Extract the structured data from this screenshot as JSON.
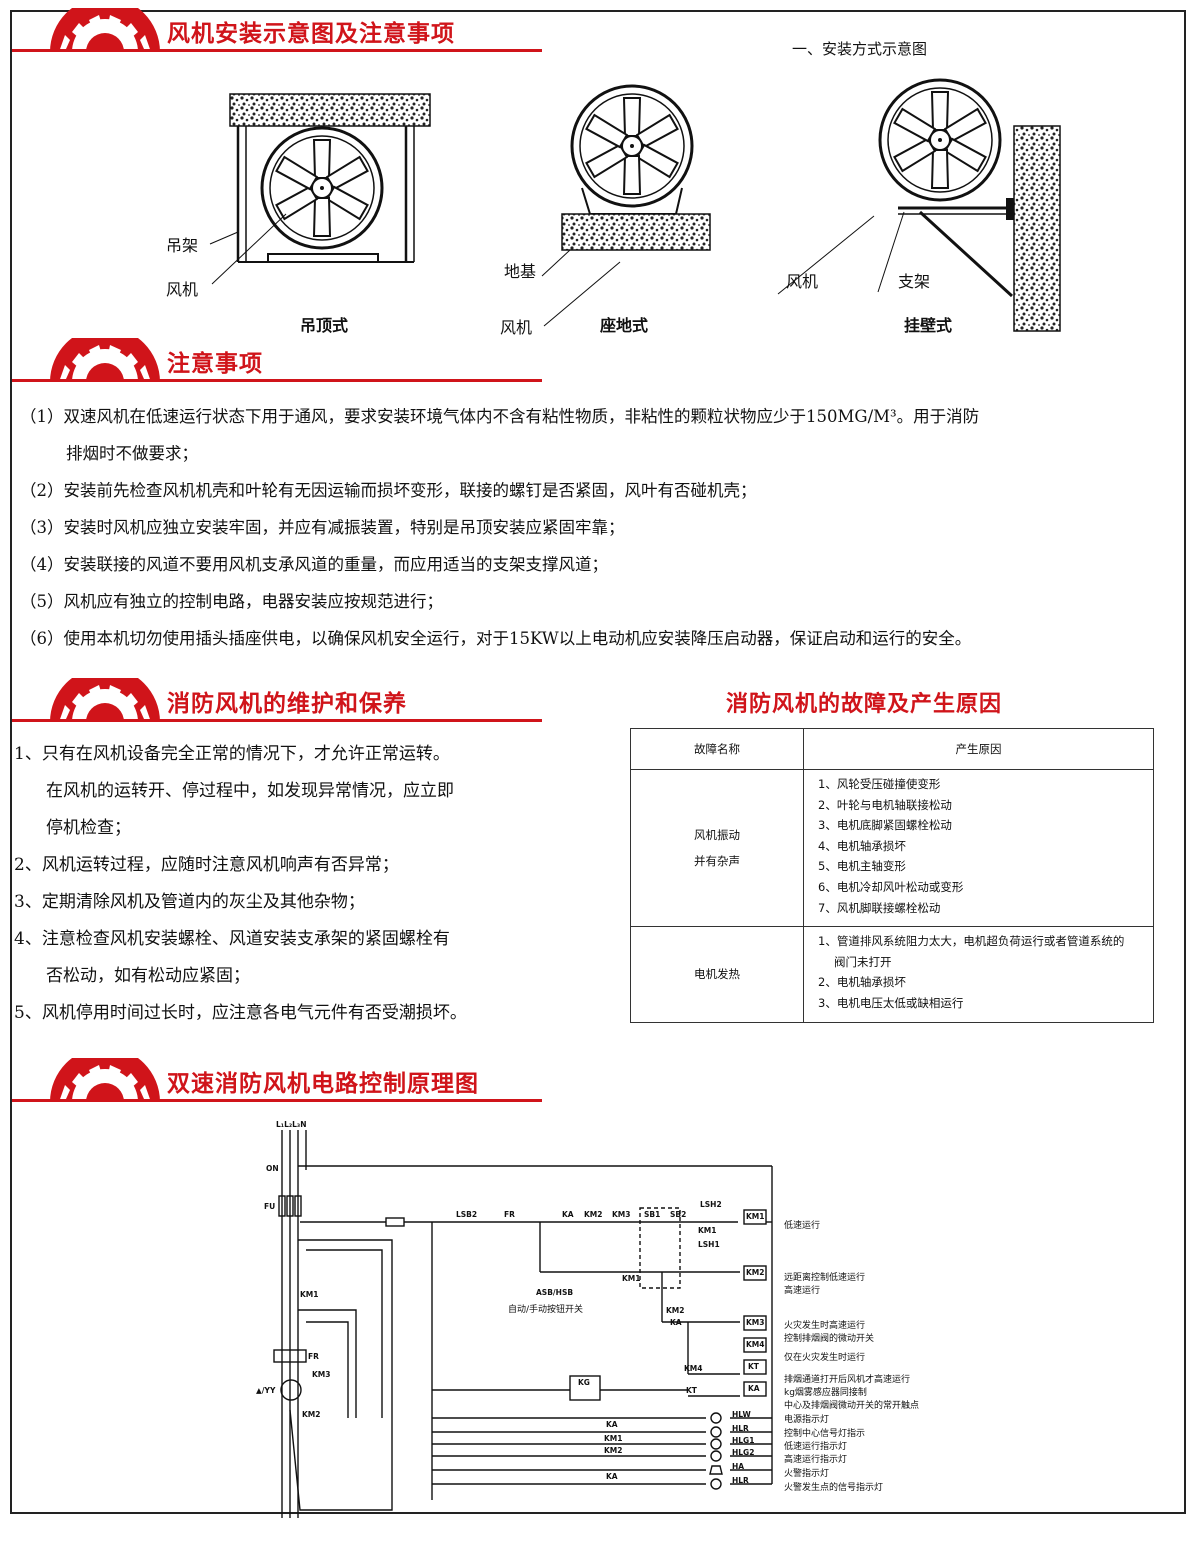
{
  "sections": {
    "install": "风机安装示意图及注意事项",
    "notes": "注意事项",
    "maintenance": "消防风机的维护和保养",
    "circuit": "双速消防风机电路控制原理图"
  },
  "install_diagram": {
    "subtitle": "一、安装方式示意图",
    "ceiling": {
      "caption": "吊顶式",
      "label_hanger": "吊架",
      "label_fan": "风机"
    },
    "floor": {
      "caption": "座地式",
      "label_base": "地基",
      "label_fan": "风机"
    },
    "wall": {
      "caption": "挂壁式",
      "label_fan": "风机",
      "label_bracket": "支架"
    }
  },
  "notes": [
    {
      "text": "（1）双速风机在低速运行状态下用于通风，要求安装环境气体内不含有粘性物质，非粘性的颗粒状物应少于150MG/M³。用于消防",
      "cont": "排烟时不做要求；"
    },
    {
      "text": "（2）安装前先检查风机机壳和叶轮有无因运输而损坏变形，联接的螺钉是否紧固，风叶有否碰机壳；"
    },
    {
      "text": "（3）安装时风机应独立安装牢固，并应有减振装置，特别是吊顶安装应紧固牢靠；"
    },
    {
      "text": "（4）安装联接的风道不要用风机支承风道的重量，而应用适当的支架支撑风道；"
    },
    {
      "text": "（5）风机应有独立的控制电路，电器安装应按规范进行；"
    },
    {
      "text": "（6）使用本机切勿使用插头插座供电，以确保风机安全运行，对于15KW以上电动机应安装降压启动器，保证启动和运行的安全。"
    }
  ],
  "maintenance": [
    {
      "text": "1、只有在风机设备完全正常的情况下，才允许正常运转。",
      "cont1": "在风机的运转开、停过程中，如发现异常情况，应立即",
      "cont2": "停机检查；"
    },
    {
      "text": "2、风机运转过程，应随时注意风机响声有否异常；"
    },
    {
      "text": "3、定期清除风机及管道内的灰尘及其他杂物；"
    },
    {
      "text": "4、注意检查风机安装螺栓、风道安装支承架的紧固螺栓有",
      "cont1": "否松动，如有松动应紧固；"
    },
    {
      "text": "5、风机停用时间过长时，应注意各电气元件有否受潮损坏。"
    }
  ],
  "fault_table": {
    "title": "消防风机的故障及产生原因",
    "header_name": "故障名称",
    "header_cause": "产生原因",
    "rows": [
      {
        "name1": "风机振动",
        "name2": "并有杂声",
        "causes": [
          "1、风轮受压碰撞使变形",
          "2、叶轮与电机轴联接松动",
          "3、电机底脚紧固螺栓松动",
          "4、电机轴承损坏",
          "5、电机主轴变形",
          "6、电机冷却风叶松动或变形",
          "7、风机脚联接螺栓松动"
        ]
      },
      {
        "name1": "电机发热",
        "name2": "",
        "causes": [
          "1、管道排风系统阻力太大，电机超负荷运行或者管道系统的",
          "阀门未打开",
          "2、电机轴承损坏",
          "3、电机电压太低或缺相运行"
        ]
      }
    ]
  },
  "circuit": {
    "supply": "L₁L₂L₃N",
    "on": "ON",
    "fu": "FU",
    "km1": "KM1",
    "fr": "FR",
    "km3": "KM3",
    "motor": "▲/YY",
    "km2": "KM2",
    "lsb2": "LSB2",
    "fr2": "FR",
    "ka": "KA",
    "km2b": "KM2",
    "km3b": "KM3",
    "sb1": "SB1",
    "sb2": "SB2",
    "lsh2": "LSH2",
    "km1c": "KM1",
    "lsh1": "LSH1",
    "asb": "ASB/HSB",
    "auto_manual": "自动/手动按钮开关",
    "km1d": "KM1",
    "km2d": "KM2",
    "kad": "KA",
    "kg": "KG",
    "km4": "KM4",
    "kt": "KT",
    "kt2": "KT",
    "kae": "KA",
    "coil_km1": "KM1",
    "coil_km2": "KM2",
    "coil_km3": "KM3",
    "coil_km4": "KM4",
    "hlw": "HLW",
    "hlr": "HLR",
    "hlg1": "HLG1",
    "hlg2": "HLG2",
    "ha": "HA",
    "hlr2": "HLR",
    "lamp_ka": "KA",
    "lamp_km1": "KM1",
    "lamp_km2": "KM2",
    "lamp_ka2": "KA",
    "desc": [
      "低速运行",
      "远距离控制低速运行",
      "高速运行",
      "火灾发生时高速运行",
      "控制排烟阀的微动开关",
      "仅在火灾发生时运行",
      "排烟通道打开后风机才高速运行",
      "kg烟雾感应器同接制",
      "中心及排烟阀微动开关的常开触点",
      "电源指示灯",
      "控制中心信号灯指示",
      "低速运行指示灯",
      "高速运行指示灯",
      "火警指示灯",
      "火警发生点的信号指示灯"
    ]
  }
}
